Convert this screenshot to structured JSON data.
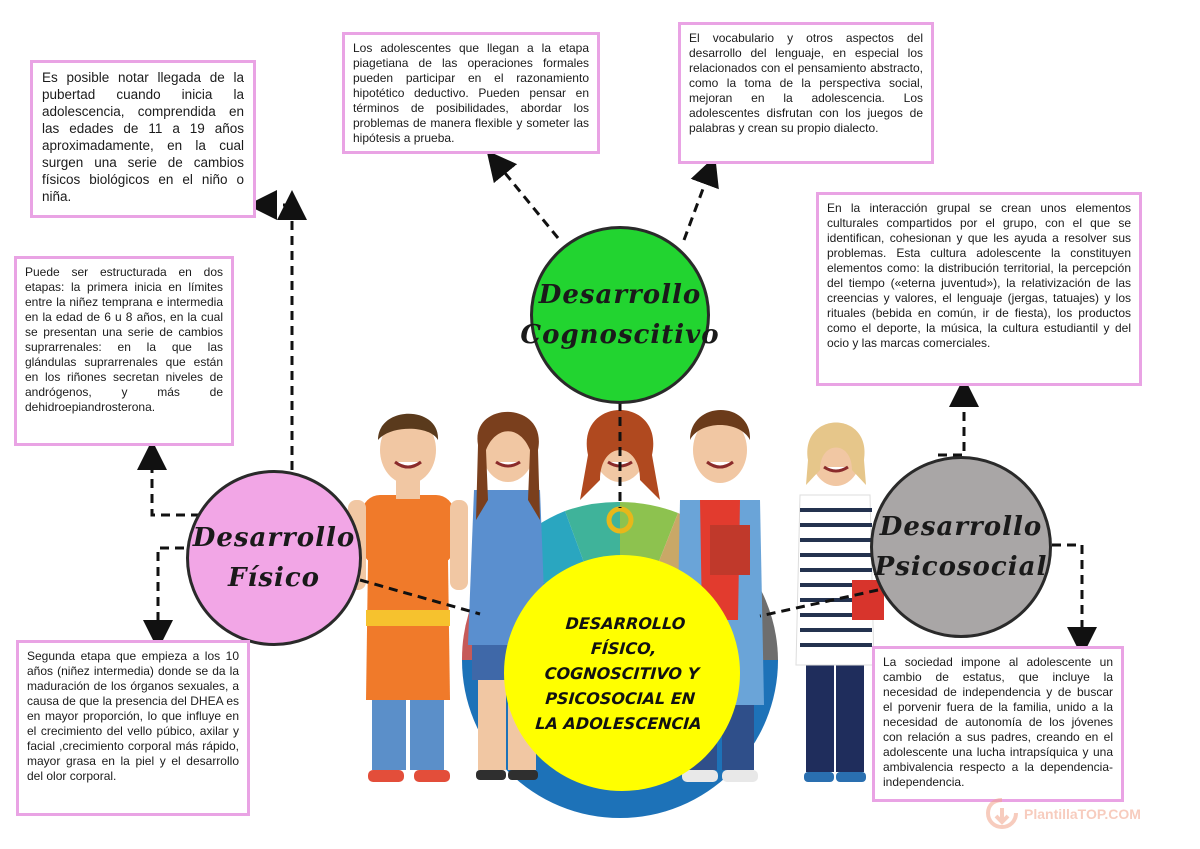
{
  "center": {
    "title": "DESARROLLO FÍSICO, COGNOSCITIVO Y PSICOSOCIAL EN LA ADOLESCENCIA"
  },
  "nodes": {
    "fisico": {
      "line1": "Desarrollo",
      "line2": "Físico",
      "color": "#f2a6e6"
    },
    "cognoscitivo": {
      "line1": "Desarrollo",
      "line2": "Cognoscitivo",
      "color": "#22d430"
    },
    "psicosocial": {
      "line1": "Desarrollo",
      "line2": "Psicosocial",
      "color": "#a9a6a6"
    }
  },
  "boxes": {
    "pubertad": "Es posible notar llegada de la pubertad cuando inicia la adolescencia, comprendida en las edades de 11 a 19 años aproximadamente, en la cual surgen una serie de cambios físicos biológicos en el niño o niña.",
    "etapas": "Puede ser estructurada en dos etapas: la primera inicia en límites entre la niñez temprana e intermedia en la edad de 6 u 8 años, en la cual se presentan una serie de cambios suprarrenales: en la que las glándulas suprarrenales que están en los riñones secretan niveles de andrógenos, y más de dehidroepiandrosterona.",
    "segunda": "Segunda etapa que empieza a los 10 años (niñez intermedia) donde se da la maduración de los órganos sexuales, a causa de que la presencia del DHEA es en mayor proporción, lo que influye en el crecimiento del vello púbico, axilar y facial ,crecimiento corporal más rápido, mayor grasa en la piel y el desarrollo del olor corporal.",
    "piaget": "Los adolescentes que llegan a la etapa piagetiana de las operaciones formales pueden participar en el razonamiento hipotético deductivo. Pueden pensar en términos de posibilidades, abordar los problemas de manera flexible y someter las hipótesis a prueba.",
    "vocabulario": "El vocabulario y otros aspectos del desarrollo del lenguaje, en especial los relacionados con el pensamiento abstracto, como la toma de la perspectiva social, mejoran en la adolescencia. Los adolescentes disfrutan con los juegos de palabras y crean su propio dialecto.",
    "grupal": "En la interacción grupal se crean unos elementos culturales compartidos por el grupo, con el que se identifican, cohesionan y que les ayuda a resolver sus problemas. Esta cultura adolescente la constituyen elementos como: la distribución territorial, la percepción del tiempo («eterna juventud»), la relativización de las creencias y valores, el lenguaje (jergas, tatuajes) y los rituales (bebida en común, ir de fiesta), los productos como el deporte, la música, la cultura estudiantil y del ocio y las marcas comerciales.",
    "sociedad": "La sociedad impone al adolescente un cambio de estatus, que incluye la necesidad de independencia y de buscar el porvenir fuera de la familia, unido a la necesidad de autonomía de los jóvenes con relación a sus padres, creando en el adolescente una lucha intrapsíquica y una ambivalencia respecto a la dependencia-independencia."
  },
  "watermark": "PlantillaTOP.COM",
  "colors": {
    "box_border": "#e9a3e4",
    "ring_top": [
      "#1e8fc8",
      "#2aa6c0",
      "#3fb39a",
      "#8dc24f",
      "#c9a867",
      "#6e6e6e",
      "#c65a59"
    ],
    "ring_bottom": "#1d72b8",
    "center": "#ffff00"
  }
}
